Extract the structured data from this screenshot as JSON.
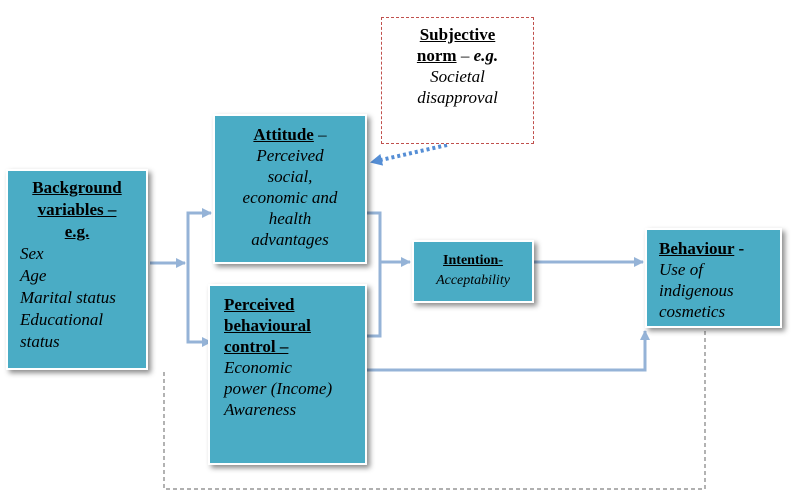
{
  "background": {
    "title_line1": "Background",
    "title_line2": "variables –",
    "title_line3": "e.g.",
    "items": [
      "Sex",
      "Age",
      "Marital status",
      "Educational",
      "status"
    ]
  },
  "attitude": {
    "title": "Attitude",
    "dash": " –",
    "lines": [
      "Perceived",
      "social,",
      "economic and",
      "health",
      "advantages"
    ]
  },
  "pbc": {
    "title_line1": "Perceived",
    "title_line2": "behavioural",
    "title_line3": "control –",
    "lines": [
      "Economic",
      "power (Income)",
      "Awareness"
    ]
  },
  "subjective_norm": {
    "title_line1": "Subjective",
    "title_line2": "norm",
    "dash": " – ",
    "eg": "e.g.",
    "lines": [
      "Societal",
      "disapproval"
    ]
  },
  "intention": {
    "title": "Intention-",
    "sub": "Acceptability"
  },
  "behaviour": {
    "title": "Behaviour",
    "dash": " -",
    "lines": [
      "Use of",
      "indigenous",
      "cosmetics"
    ]
  },
  "colors": {
    "box_fill": "#4aacc5",
    "arrow": "#95b3d7",
    "dashed_arrow": "#558ed5",
    "subjective_border": "#c0504d"
  }
}
